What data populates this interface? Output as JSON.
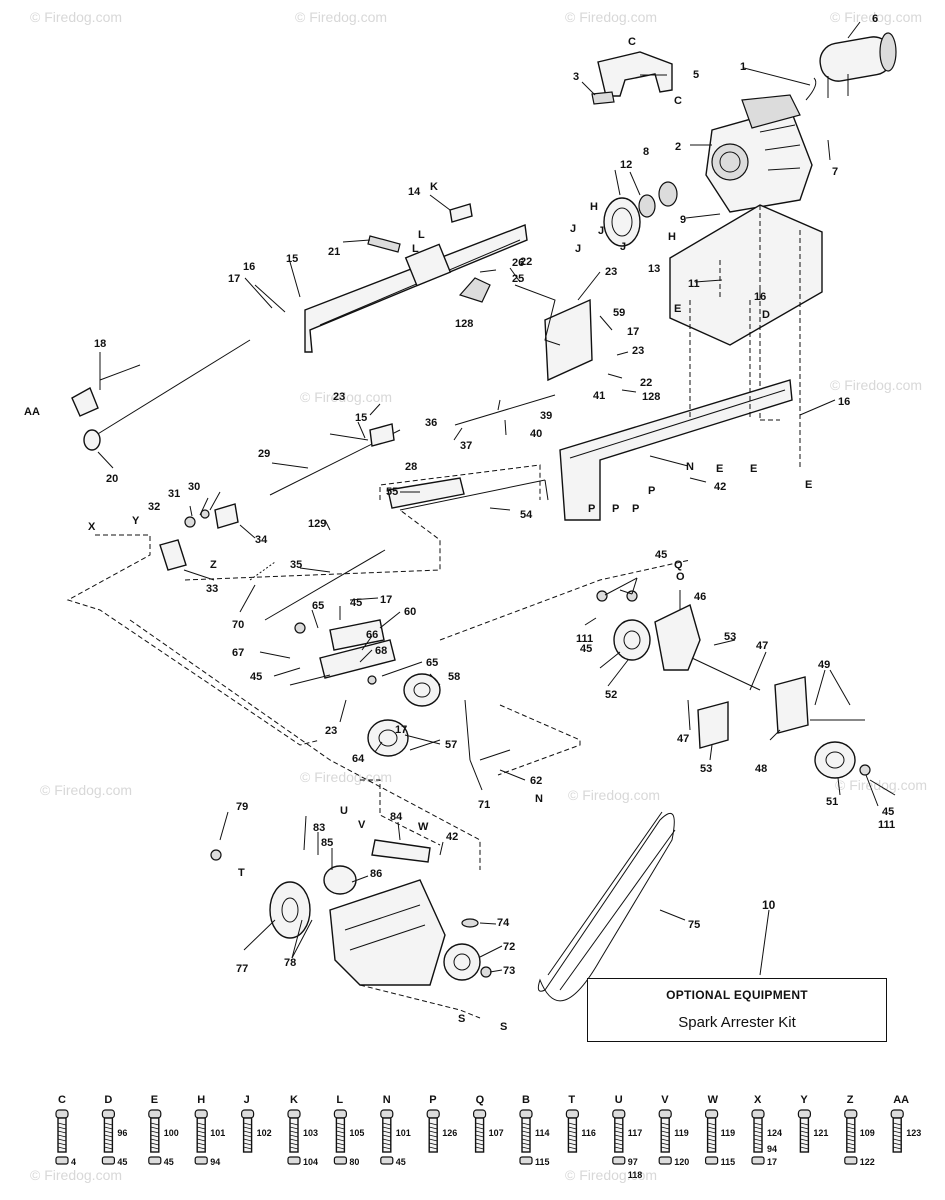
{
  "watermark": "© Firedog.com",
  "optional_equipment": {
    "callout": "10",
    "title": "OPTIONAL EQUIPMENT",
    "item": "Spark Arrester Kit"
  },
  "part_callouts": [
    {
      "label": "1"
    },
    {
      "label": "2"
    },
    {
      "label": "3"
    },
    {
      "label": "5"
    },
    {
      "label": "6"
    },
    {
      "label": "7"
    },
    {
      "label": "8"
    },
    {
      "label": "9"
    },
    {
      "label": "11"
    },
    {
      "label": "12"
    },
    {
      "label": "13"
    },
    {
      "label": "14"
    },
    {
      "label": "15"
    },
    {
      "label": "16"
    },
    {
      "label": "17"
    },
    {
      "label": "18"
    },
    {
      "label": "20"
    },
    {
      "label": "21"
    },
    {
      "label": "22"
    },
    {
      "label": "23"
    },
    {
      "label": "25"
    },
    {
      "label": "26"
    },
    {
      "label": "28"
    },
    {
      "label": "29"
    },
    {
      "label": "30"
    },
    {
      "label": "31"
    },
    {
      "label": "32"
    },
    {
      "label": "33"
    },
    {
      "label": "34"
    },
    {
      "label": "35"
    },
    {
      "label": "36"
    },
    {
      "label": "37"
    },
    {
      "label": "39"
    },
    {
      "label": "40"
    },
    {
      "label": "41"
    },
    {
      "label": "42"
    },
    {
      "label": "45"
    },
    {
      "label": "46"
    },
    {
      "label": "47"
    },
    {
      "label": "48"
    },
    {
      "label": "49"
    },
    {
      "label": "51"
    },
    {
      "label": "52"
    },
    {
      "label": "53"
    },
    {
      "label": "54"
    },
    {
      "label": "55"
    },
    {
      "label": "57"
    },
    {
      "label": "58"
    },
    {
      "label": "59"
    },
    {
      "label": "60"
    },
    {
      "label": "62"
    },
    {
      "label": "64"
    },
    {
      "label": "65"
    },
    {
      "label": "66"
    },
    {
      "label": "67"
    },
    {
      "label": "68"
    },
    {
      "label": "70"
    },
    {
      "label": "71"
    },
    {
      "label": "72"
    },
    {
      "label": "73"
    },
    {
      "label": "74"
    },
    {
      "label": "75"
    },
    {
      "label": "77"
    },
    {
      "label": "78"
    },
    {
      "label": "79"
    },
    {
      "label": "83"
    },
    {
      "label": "84"
    },
    {
      "label": "85"
    },
    {
      "label": "86"
    },
    {
      "label": "111"
    },
    {
      "label": "128"
    },
    {
      "label": "129"
    }
  ],
  "ref_letters": [
    "AA",
    "C",
    "D",
    "E",
    "H",
    "J",
    "K",
    "L",
    "N",
    "O",
    "P",
    "Q",
    "S",
    "T",
    "U",
    "V",
    "W",
    "X",
    "Y",
    "Z"
  ],
  "hardware_legend": [
    {
      "letter": "C",
      "bolt": "",
      "nut": "4"
    },
    {
      "letter": "D",
      "bolt": "96",
      "nut": "45"
    },
    {
      "letter": "E",
      "bolt": "100",
      "nut": "45"
    },
    {
      "letter": "H",
      "bolt": "101",
      "nut": "94"
    },
    {
      "letter": "J",
      "bolt": "102",
      "nut": ""
    },
    {
      "letter": "K",
      "bolt": "103",
      "nut": "104"
    },
    {
      "letter": "L",
      "bolt": "105",
      "nut": "80"
    },
    {
      "letter": "N",
      "bolt": "101",
      "nut": "45"
    },
    {
      "letter": "P",
      "bolt": "126",
      "nut": ""
    },
    {
      "letter": "Q",
      "bolt": "107",
      "nut": ""
    },
    {
      "letter": "B",
      "bolt": "114",
      "nut": "115"
    },
    {
      "letter": "T",
      "bolt": "116",
      "nut": ""
    },
    {
      "letter": "U",
      "bolt": "117",
      "nut": "97"
    },
    {
      "letter": "V",
      "bolt": "119",
      "nut": "120"
    },
    {
      "letter": "W",
      "bolt": "119",
      "nut": "115"
    },
    {
      "letter": "X",
      "bolt": "124",
      "nut": "17"
    },
    {
      "letter": "Y",
      "bolt": "121",
      "nut": ""
    },
    {
      "letter": "Z",
      "bolt": "109",
      "nut": "122"
    },
    {
      "letter": "AA",
      "bolt": "123",
      "nut": ""
    }
  ],
  "hardware_extras": {
    "u_washer": "118",
    "x_washer": "94"
  }
}
